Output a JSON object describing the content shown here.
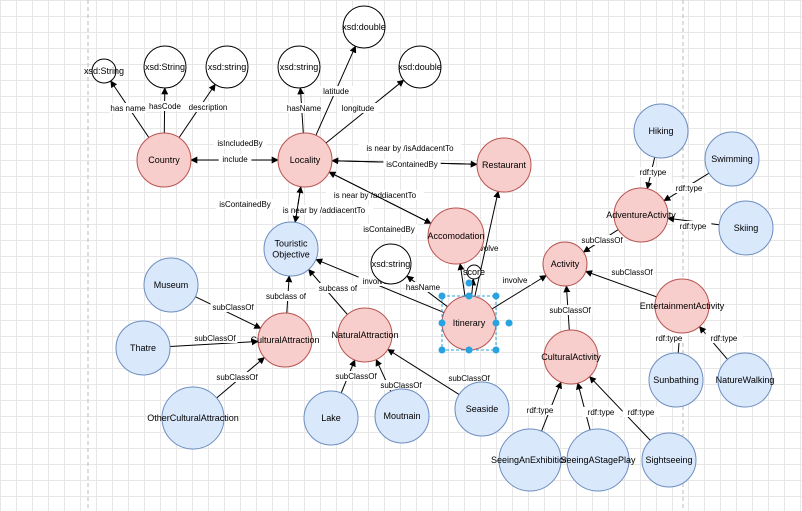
{
  "colors": {
    "class_fill": "#f8cecc",
    "class_stroke": "#b85450",
    "instance_fill": "#dae8fc",
    "instance_stroke": "#6c8ebf",
    "literal_fill": "#ffffff",
    "literal_stroke": "#000000",
    "selection": "#29a3e0"
  },
  "nodes": [
    {
      "id": "country",
      "label": "Country",
      "kind": "class"
    },
    {
      "id": "locality",
      "label": "Locality",
      "kind": "class"
    },
    {
      "id": "restaurant",
      "label": "Restaurant",
      "kind": "class"
    },
    {
      "id": "accomodation",
      "label": "Accomodation",
      "kind": "class"
    },
    {
      "id": "activity",
      "label": "Activity",
      "kind": "class"
    },
    {
      "id": "itinerary",
      "label": "Itinerary",
      "kind": "class"
    },
    {
      "id": "cultural_attraction",
      "label": "CulturalAttraction",
      "kind": "class"
    },
    {
      "id": "natural_attraction",
      "label": "NaturalAttraction",
      "kind": "class"
    },
    {
      "id": "cultural_activity",
      "label": "CulturalActivity",
      "kind": "class"
    },
    {
      "id": "adventure_activity",
      "label": "AdventureActivity",
      "kind": "class"
    },
    {
      "id": "entertainment_activity",
      "label": "EntertainmentActivity",
      "kind": "class"
    },
    {
      "id": "touristic_objective",
      "label": "Touristic Objective",
      "kind": "instance"
    },
    {
      "id": "museum",
      "label": "Museum",
      "kind": "instance"
    },
    {
      "id": "thatre",
      "label": "Thatre",
      "kind": "instance"
    },
    {
      "id": "other_cultural",
      "label": "OtherCulturalAttraction",
      "kind": "instance"
    },
    {
      "id": "lake",
      "label": "Lake",
      "kind": "instance"
    },
    {
      "id": "moutnain",
      "label": "Moutnain",
      "kind": "instance"
    },
    {
      "id": "seaside",
      "label": "Seaside",
      "kind": "instance"
    },
    {
      "id": "hiking",
      "label": "Hiking",
      "kind": "instance"
    },
    {
      "id": "swimming",
      "label": "Swimming",
      "kind": "instance"
    },
    {
      "id": "skiing",
      "label": "Skiing",
      "kind": "instance"
    },
    {
      "id": "sunbathing",
      "label": "Sunbathing",
      "kind": "instance"
    },
    {
      "id": "nature_walking",
      "label": "NatureWalking",
      "kind": "instance"
    },
    {
      "id": "seeing_exhibition",
      "label": "SeeingAnExhibition",
      "kind": "instance"
    },
    {
      "id": "seeing_stage_play",
      "label": "SeeingAStagePlay",
      "kind": "instance"
    },
    {
      "id": "sightseeing",
      "label": "Sightseeing",
      "kind": "instance"
    },
    {
      "id": "lit_country_name",
      "label": "xsd:String",
      "kind": "literal"
    },
    {
      "id": "lit_country_code",
      "label": "xsd:String",
      "kind": "literal"
    },
    {
      "id": "lit_country_desc",
      "label": "xsd:string",
      "kind": "literal"
    },
    {
      "id": "lit_loc_name",
      "label": "xsd:string",
      "kind": "literal"
    },
    {
      "id": "lit_loc_lat",
      "label": "xsd:double",
      "kind": "literal"
    },
    {
      "id": "lit_loc_lon",
      "label": "xsd:double",
      "kind": "literal"
    },
    {
      "id": "lit_itin_name",
      "label": "xsd:string",
      "kind": "literal"
    },
    {
      "id": "lit_itin_score",
      "label": "score",
      "kind": "literal"
    }
  ],
  "edges": [
    {
      "from": "country",
      "to": "lit_country_name",
      "label": "has name"
    },
    {
      "from": "country",
      "to": "lit_country_code",
      "label": "hasCode"
    },
    {
      "from": "country",
      "to": "lit_country_desc",
      "label": "description"
    },
    {
      "from": "locality",
      "to": "lit_loc_name",
      "label": "hasName"
    },
    {
      "from": "locality",
      "to": "lit_loc_lat",
      "label": "latitude"
    },
    {
      "from": "locality",
      "to": "lit_loc_lon",
      "label": "longitude"
    },
    {
      "from": "locality",
      "to": "country",
      "label": "isIncludedBy"
    },
    {
      "from": "country",
      "to": "locality",
      "label": "include"
    },
    {
      "from": "locality",
      "to": "restaurant",
      "label": "is near by /isAddacentTo"
    },
    {
      "from": "restaurant",
      "to": "locality",
      "label": "isContainedBy"
    },
    {
      "from": "locality",
      "to": "accomodation",
      "label": "is near by /addiacentTo"
    },
    {
      "from": "accomodation",
      "to": "locality",
      "label": "isContainedBy"
    },
    {
      "from": "locality",
      "to": "touristic_objective",
      "label": "is near by /addiacentTo"
    },
    {
      "from": "touristic_objective",
      "to": "locality",
      "label": "isContainedBy"
    },
    {
      "from": "cultural_attraction",
      "to": "touristic_objective",
      "label": "subclass of"
    },
    {
      "from": "natural_attraction",
      "to": "touristic_objective",
      "label": "subcass of"
    },
    {
      "from": "museum",
      "to": "cultural_attraction",
      "label": "subClassOf"
    },
    {
      "from": "thatre",
      "to": "cultural_attraction",
      "label": "subClassOf"
    },
    {
      "from": "other_cultural",
      "to": "cultural_attraction",
      "label": "subClassOf"
    },
    {
      "from": "lake",
      "to": "natural_attraction",
      "label": "subClassOf"
    },
    {
      "from": "moutnain",
      "to": "natural_attraction",
      "label": "subClassOf"
    },
    {
      "from": "seaside",
      "to": "natural_attraction",
      "label": "subClassOf"
    },
    {
      "from": "itinerary",
      "to": "touristic_objective",
      "label": "involve"
    },
    {
      "from": "itinerary",
      "to": "accomodation",
      "label": "involve"
    },
    {
      "from": "itinerary",
      "to": "restaurant",
      "label": ""
    },
    {
      "from": "itinerary",
      "to": "activity",
      "label": "involve"
    },
    {
      "from": "itinerary",
      "to": "lit_itin_name",
      "label": "hasName"
    },
    {
      "from": "itinerary",
      "to": "lit_itin_score",
      "label": ""
    },
    {
      "from": "adventure_activity",
      "to": "activity",
      "label": "subClassOf"
    },
    {
      "from": "entertainment_activity",
      "to": "activity",
      "label": "subClassOf"
    },
    {
      "from": "cultural_activity",
      "to": "activity",
      "label": "subClassOf"
    },
    {
      "from": "hiking",
      "to": "adventure_activity",
      "label": "rdf:type"
    },
    {
      "from": "swimming",
      "to": "adventure_activity",
      "label": "rdf:type"
    },
    {
      "from": "skiing",
      "to": "adventure_activity",
      "label": "rdf:type"
    },
    {
      "from": "sunbathing",
      "to": "entertainment_activity",
      "label": "rdf:type"
    },
    {
      "from": "nature_walking",
      "to": "entertainment_activity",
      "label": "rdf:type"
    },
    {
      "from": "seeing_exhibition",
      "to": "cultural_activity",
      "label": "rdf:type"
    },
    {
      "from": "seeing_stage_play",
      "to": "cultural_activity",
      "label": "rdf:type"
    },
    {
      "from": "sightseeing",
      "to": "cultural_activity",
      "label": "rdf:type"
    }
  ]
}
